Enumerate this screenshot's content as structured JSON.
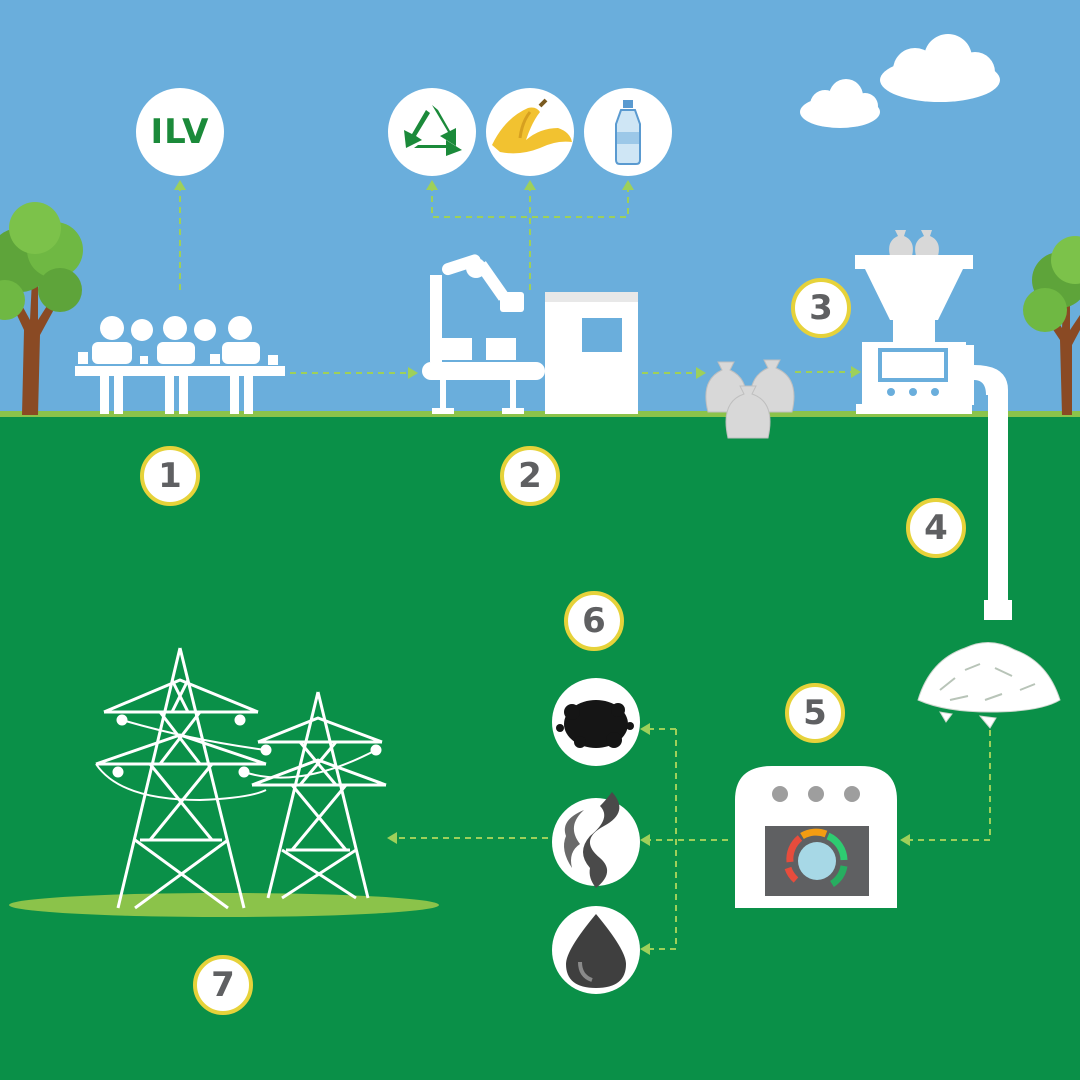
{
  "colors": {
    "sky": "#6aaedc",
    "ground": "#0a9048",
    "grass_line": "#8bc34a",
    "accent_yellow": "#e6d23a",
    "arrow": "#9ed05a",
    "icon_green": "#1b8a3a",
    "number_gray": "#5f6062"
  },
  "labels": {
    "ilv": "ILV"
  },
  "steps": [
    {
      "id": 1,
      "label": "1",
      "icon": "sorting-workers-icon"
    },
    {
      "id": 2,
      "label": "2",
      "icon": "robotic-sorting-machine-icon"
    },
    {
      "id": 3,
      "label": "3",
      "icon": "shredder-machine-icon"
    },
    {
      "id": 4,
      "label": "4",
      "icon": "pipe-icon"
    },
    {
      "id": 5,
      "label": "5",
      "icon": "pyrolysis-reactor-icon"
    },
    {
      "id": 6,
      "label": "6",
      "icon": "products-icon"
    },
    {
      "id": 7,
      "label": "7",
      "icon": "power-towers-icon"
    }
  ],
  "sorted_outputs": [
    "recycle-icon",
    "banana-peel-icon",
    "plastic-bottle-icon"
  ],
  "products": [
    "carbon-black-icon",
    "gas-smoke-icon",
    "oil-drop-icon"
  ]
}
